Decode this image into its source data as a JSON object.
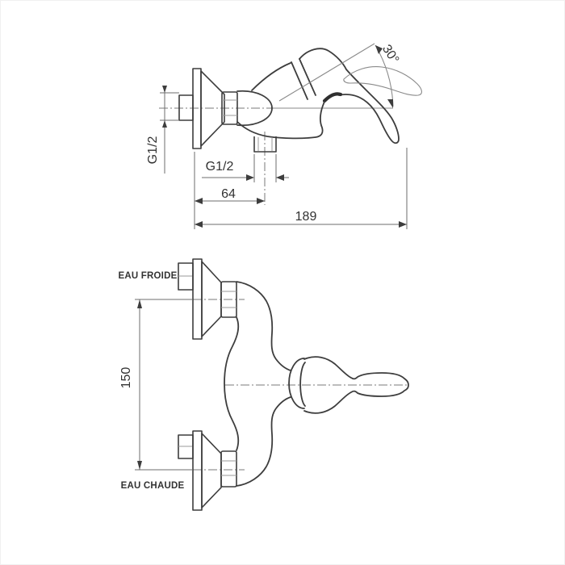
{
  "side_view": {
    "angle": "30°",
    "wall_thread": "G1/2",
    "outlet_thread": "G1/2",
    "outlet_offset": "64",
    "total_length": "189"
  },
  "front_view": {
    "cold": "EAU FROIDE",
    "hot": "EAU CHAUDE",
    "spacing": "150"
  },
  "colors": {
    "line": "#3d3d3d",
    "thin_line": "#8a8a8a",
    "text": "#323232",
    "background": "#ffffff"
  }
}
